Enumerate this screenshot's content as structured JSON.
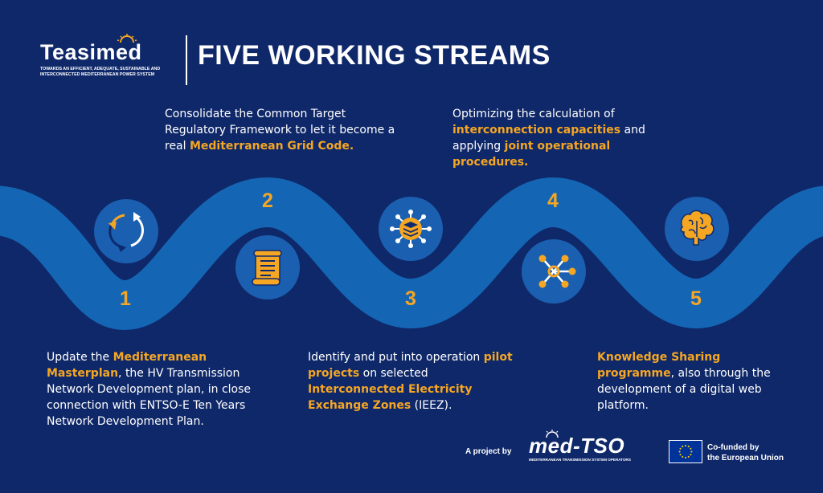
{
  "header": {
    "logo_word": "Teasimed",
    "logo_tagline_1": "TOWARDS AN EFFICIENT, ADEQUATE, SUSTAINABLE AND",
    "logo_tagline_2": "INTERCONNECTED MEDITERRANEAN POWER SYSTEM",
    "title": "FIVE WORKING STREAMS"
  },
  "streams": [
    {
      "number": "1",
      "icon": "cycle-arrows-icon",
      "text": [
        {
          "t": "Update the ",
          "h": false
        },
        {
          "t": "Mediterranean Masterplan",
          "h": true
        },
        {
          "t": ", the HV Transmission Network Development plan, in close connection with ENTSO-E Ten Years Network Development Plan.",
          "h": false
        }
      ]
    },
    {
      "number": "2",
      "icon": "document-scroll-icon",
      "text": [
        {
          "t": "Consolidate the Common Target Regulatory Framework to let it become a real ",
          "h": false
        },
        {
          "t": "Mediterranean Grid Code.",
          "h": true
        }
      ]
    },
    {
      "number": "3",
      "icon": "layers-network-icon",
      "text": [
        {
          "t": "Identify and put into operation ",
          "h": false
        },
        {
          "t": "pilot projects",
          "h": true
        },
        {
          "t": " on selected ",
          "h": false
        },
        {
          "t": "Interconnected Electricity Exchange Zones",
          "h": true
        },
        {
          "t": " (IEEZ).",
          "h": false
        }
      ]
    },
    {
      "number": "4",
      "icon": "network-nodes-icon",
      "text": [
        {
          "t": "Optimizing the calculation of ",
          "h": false
        },
        {
          "t": "interconnection capacities",
          "h": true
        },
        {
          "t": " and applying ",
          "h": false
        },
        {
          "t": "joint operational procedures.",
          "h": true
        }
      ]
    },
    {
      "number": "5",
      "icon": "brain-icon",
      "text": [
        {
          "t": "Knowledge Sharing programme",
          "h": true
        },
        {
          "t": ", also through the development of a digital web platform.",
          "h": false
        }
      ]
    }
  ],
  "footer": {
    "project_by": "A project by",
    "medtso_word": "med-TSO",
    "medtso_tagline": "MEDITERRANEAN TRANSMISSION SYSTEM OPERATORS",
    "eu_line1": "Co-funded by",
    "eu_line2": "the European Union"
  },
  "colors": {
    "background": "#0f2869",
    "wave": "#1466b5",
    "circle": "#1b5fb0",
    "circle_dark": "#0e2a6e",
    "accent": "#f5a623"
  }
}
